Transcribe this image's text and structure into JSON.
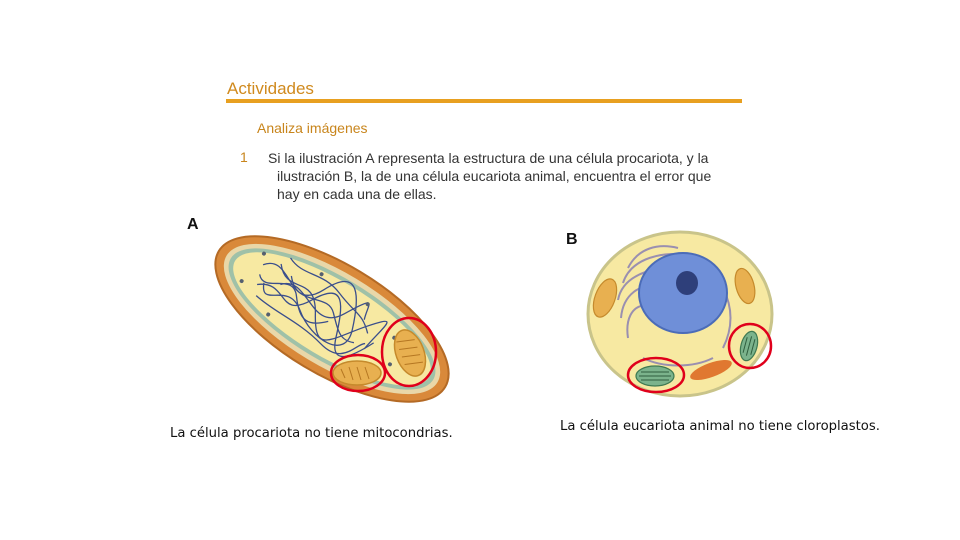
{
  "header": {
    "title": "Actividades",
    "subheading": "Analiza imágenes"
  },
  "question": {
    "number": "1",
    "lines": [
      "Si la ilustración A representa la estructura de una célula procariota, y la",
      "ilustración B, la de una célula eucariota animal, encuentra el error que",
      "hay en cada una de ellas."
    ]
  },
  "figures": {
    "a": {
      "label": "A",
      "caption": "La célula procariota no tiene mitocondrias."
    },
    "b": {
      "label": "B",
      "caption": "La célula eucariota animal no tiene cloroplastos."
    }
  },
  "colors": {
    "accent": "#e8a020",
    "highlight_circle": "#e0001b",
    "cytoplasm": "#f7e9a2",
    "cell_wall": "#d9893a",
    "nucleus": "#6f8fd8"
  }
}
